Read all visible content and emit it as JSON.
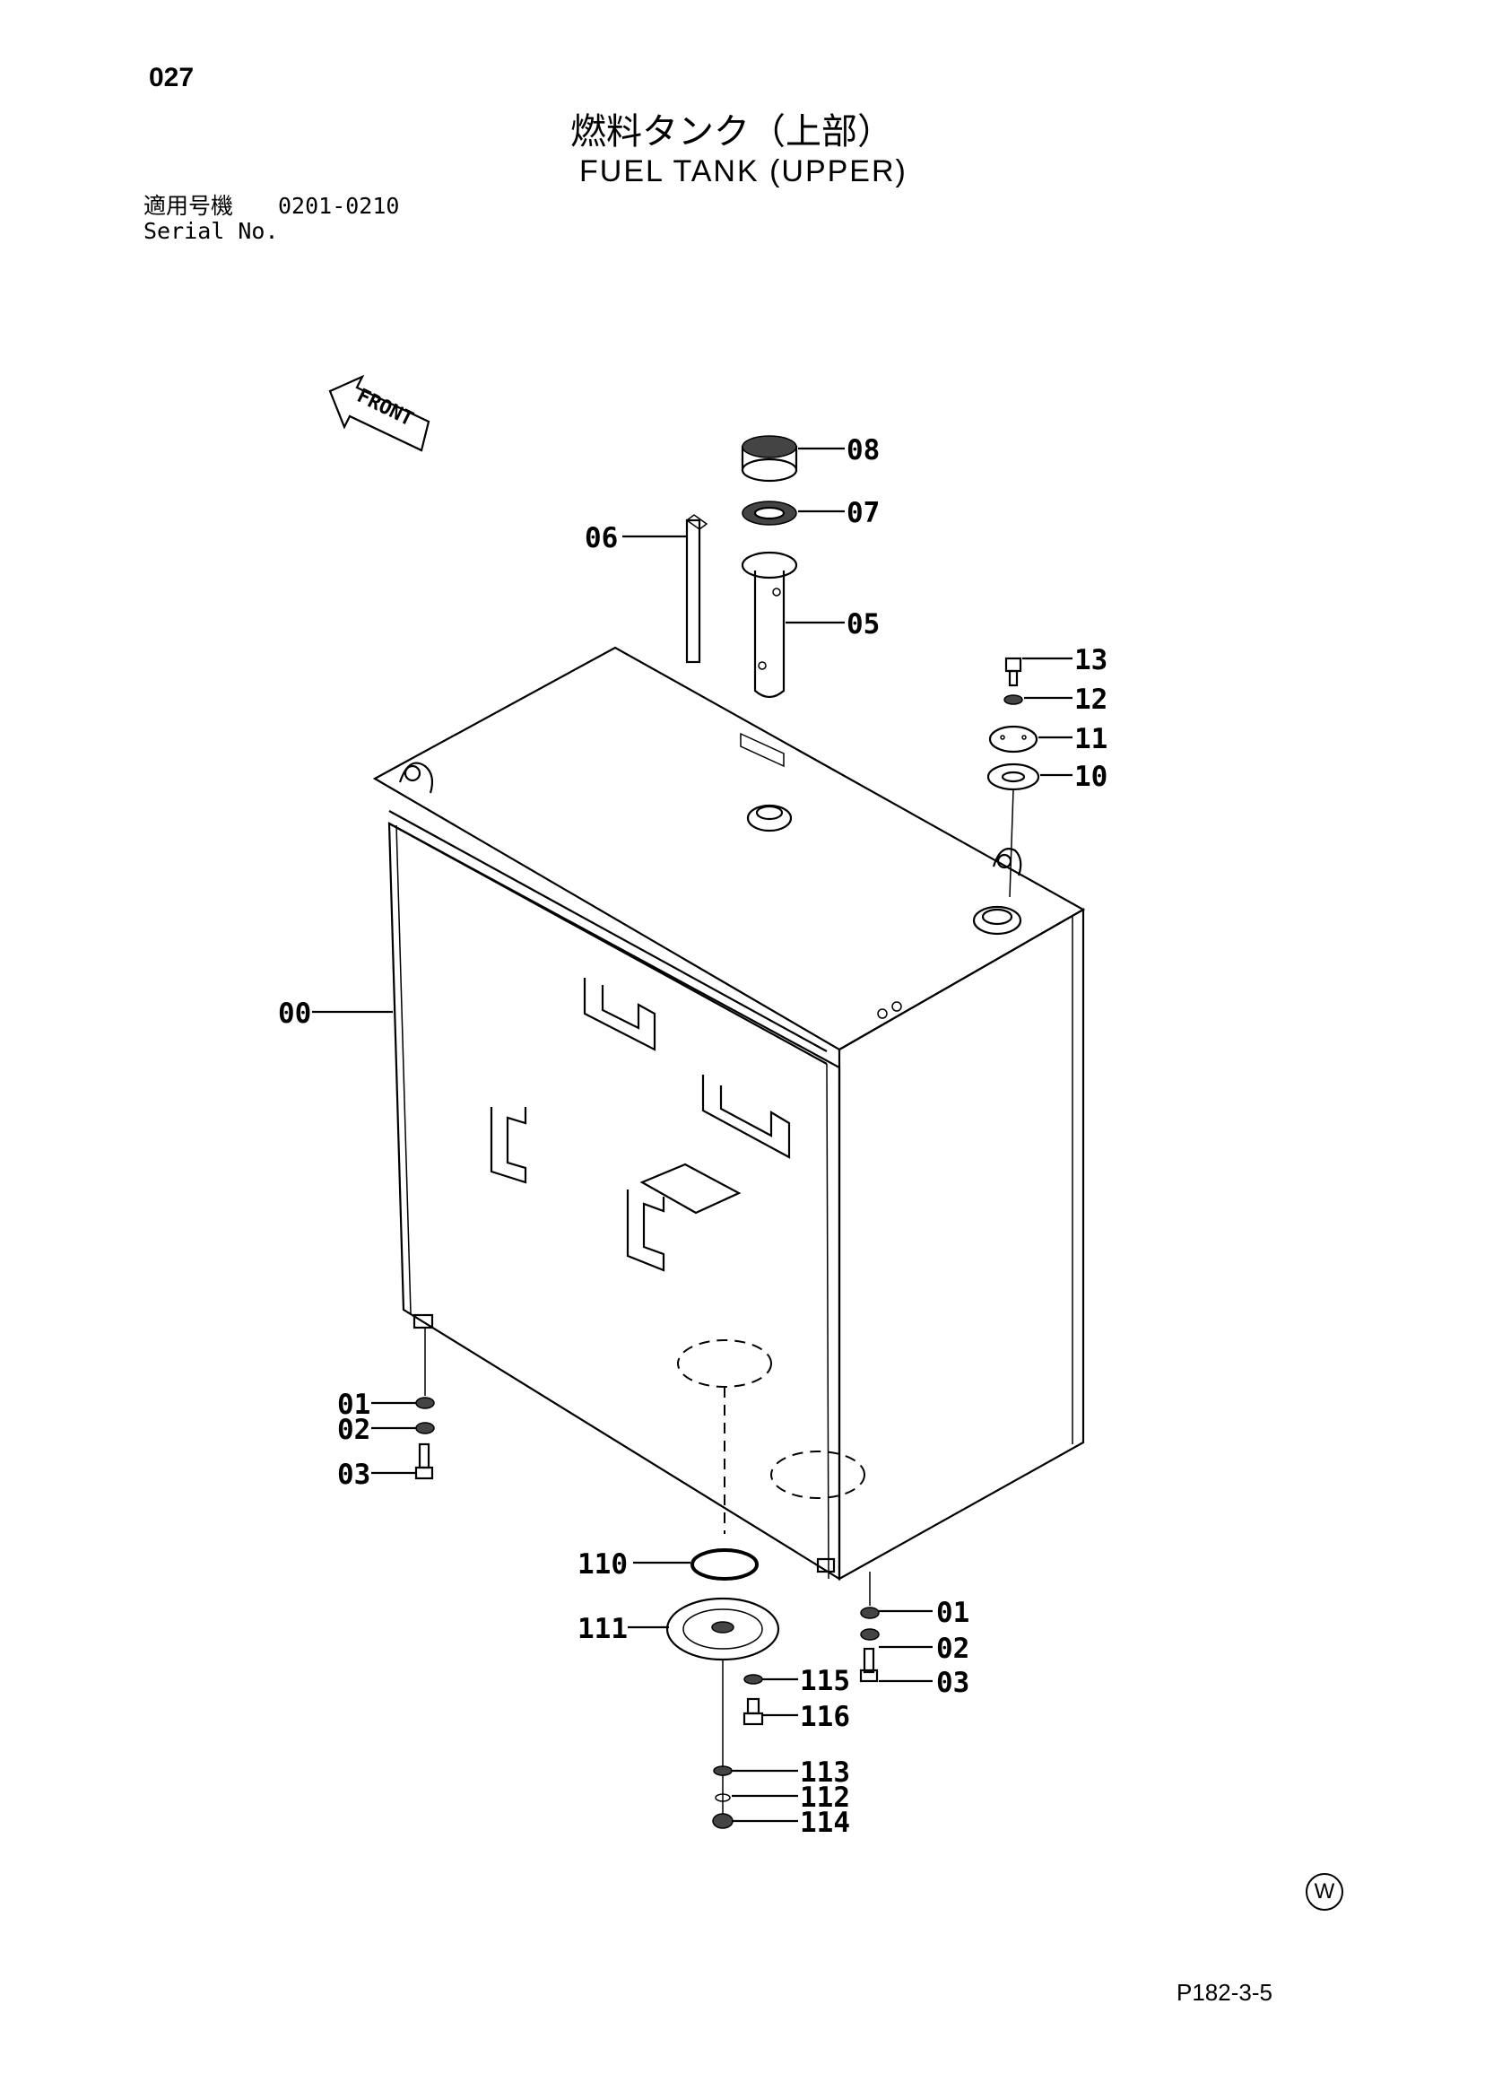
{
  "header": {
    "page_number": "027",
    "title_ja": "燃料タンク（上部）",
    "title_en": "FUEL TANK (UPPER)",
    "serial_label_ja": "適用号機",
    "serial_range": "0201-0210",
    "serial_label_en": "Serial No."
  },
  "direction_marker": "FRONT",
  "callouts": {
    "c08": "08",
    "c07": "07",
    "c06": "06",
    "c05": "05",
    "c13": "13",
    "c12": "12",
    "c11": "11",
    "c10": "10",
    "c00": "00",
    "c01a": "01",
    "c02a": "02",
    "c03a": "03",
    "c110": "110",
    "c111": "111",
    "c01b": "01",
    "c02b": "02",
    "c03b": "03",
    "c115": "115",
    "c116": "116",
    "c113": "113",
    "c112": "112",
    "c114": "114"
  },
  "footer": {
    "watermark_symbol": "W",
    "figure_ref": "P182-3-5"
  }
}
